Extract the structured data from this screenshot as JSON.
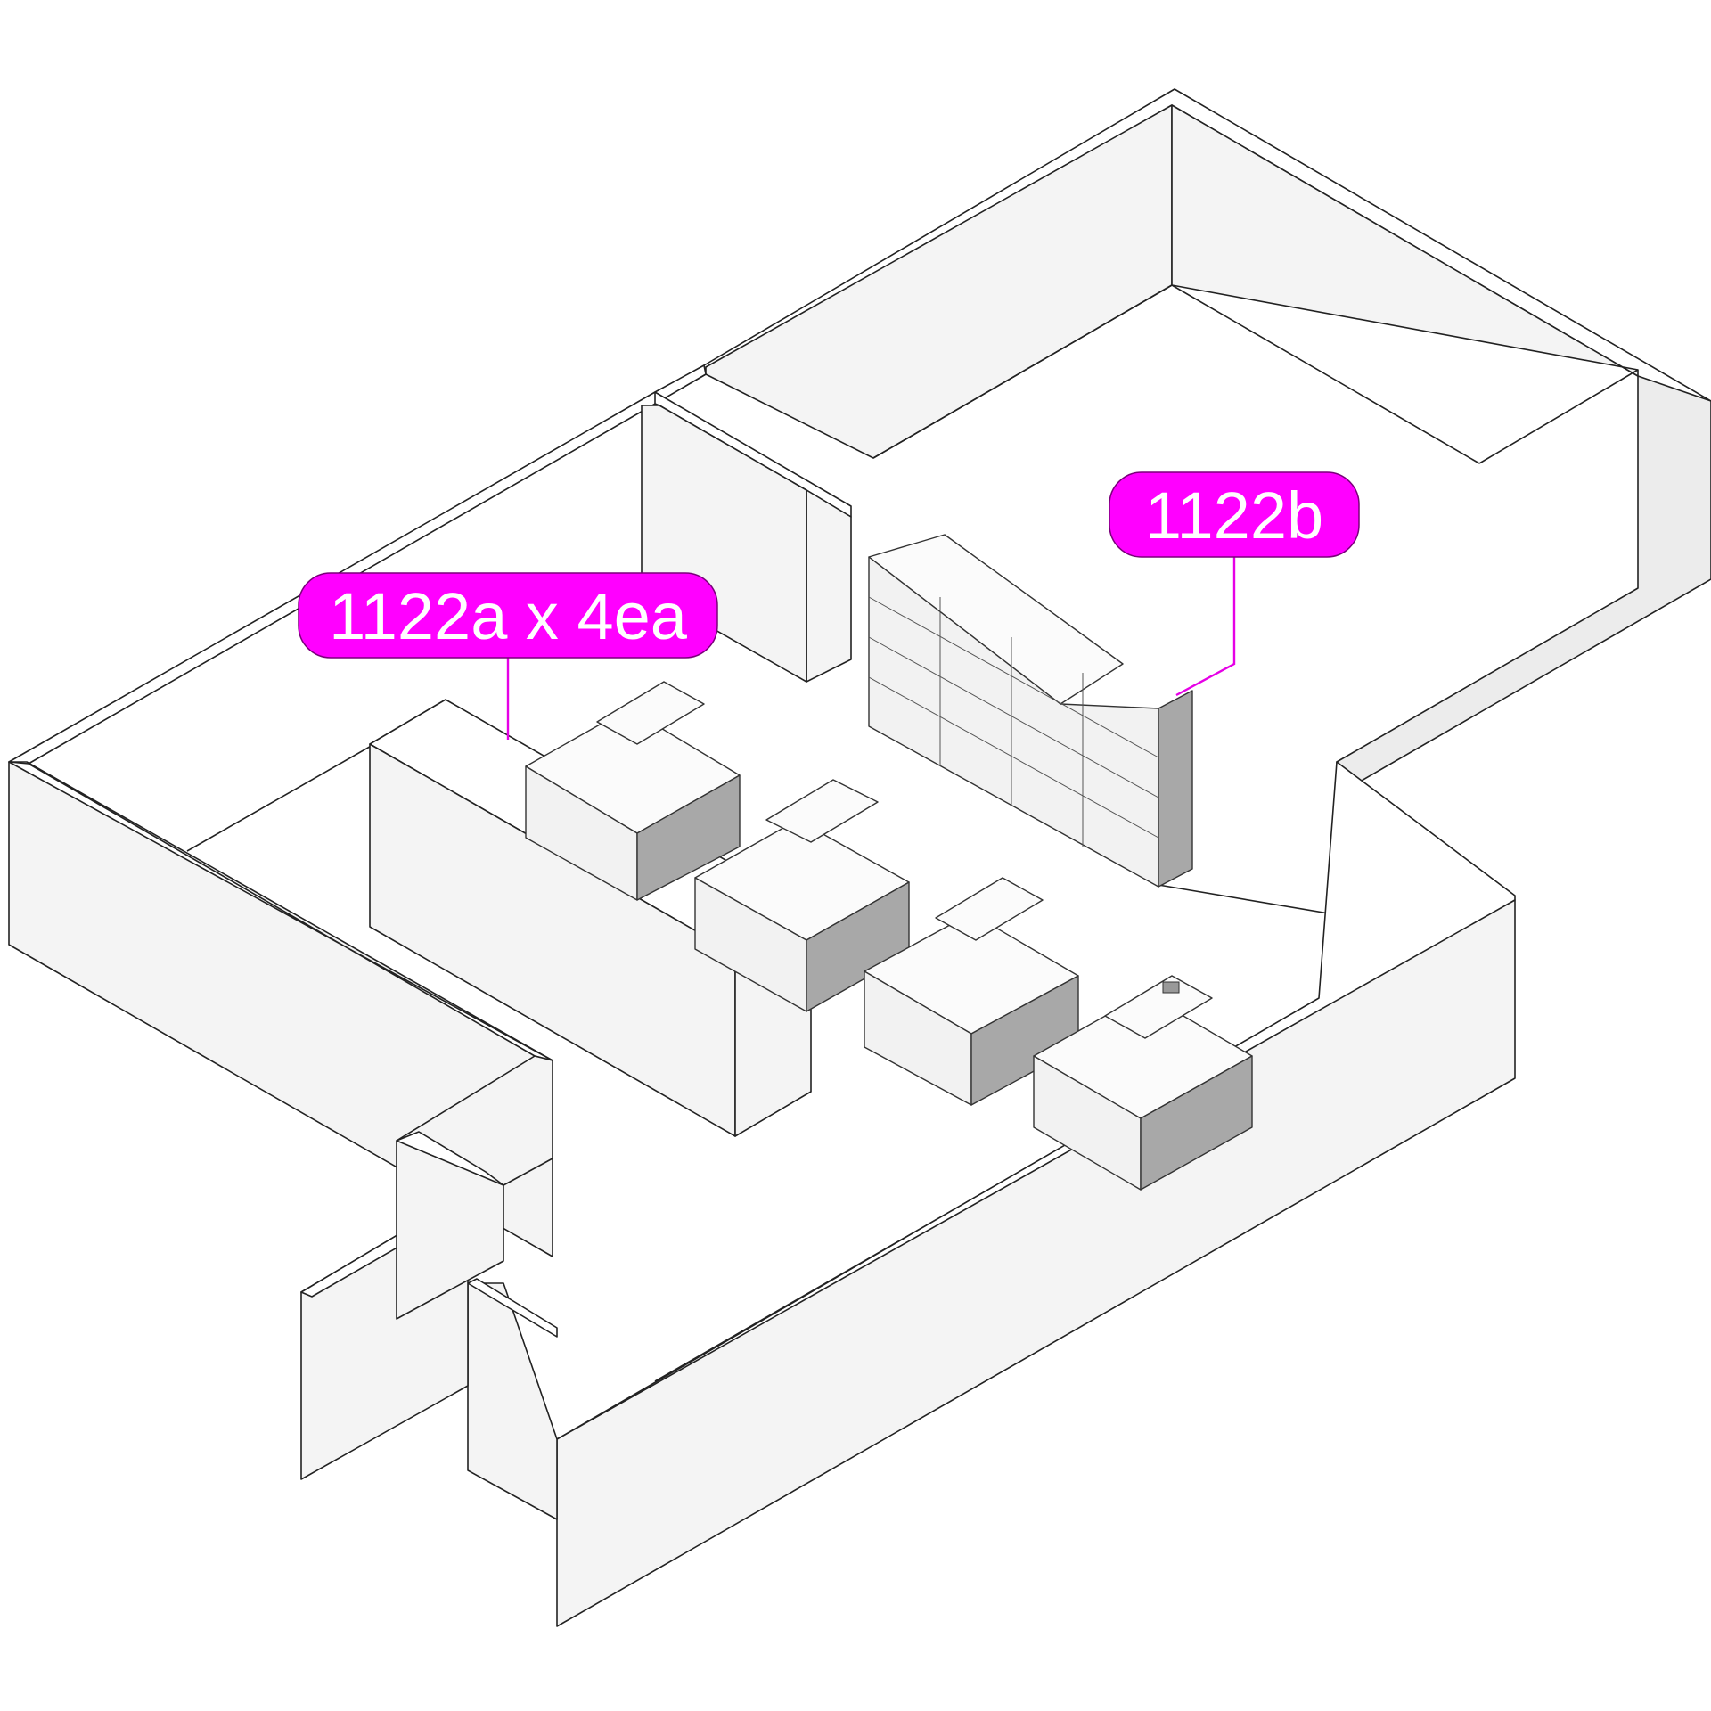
{
  "labels": [
    {
      "id": "label-1122a",
      "text": "1122a x 4ea"
    },
    {
      "id": "label-1122b",
      "text": "1122b"
    }
  ],
  "colors": {
    "accent": "#ff00ff",
    "label_text": "#ffffff",
    "line": "#222222",
    "cabinet_side": "#a8a8a8"
  }
}
